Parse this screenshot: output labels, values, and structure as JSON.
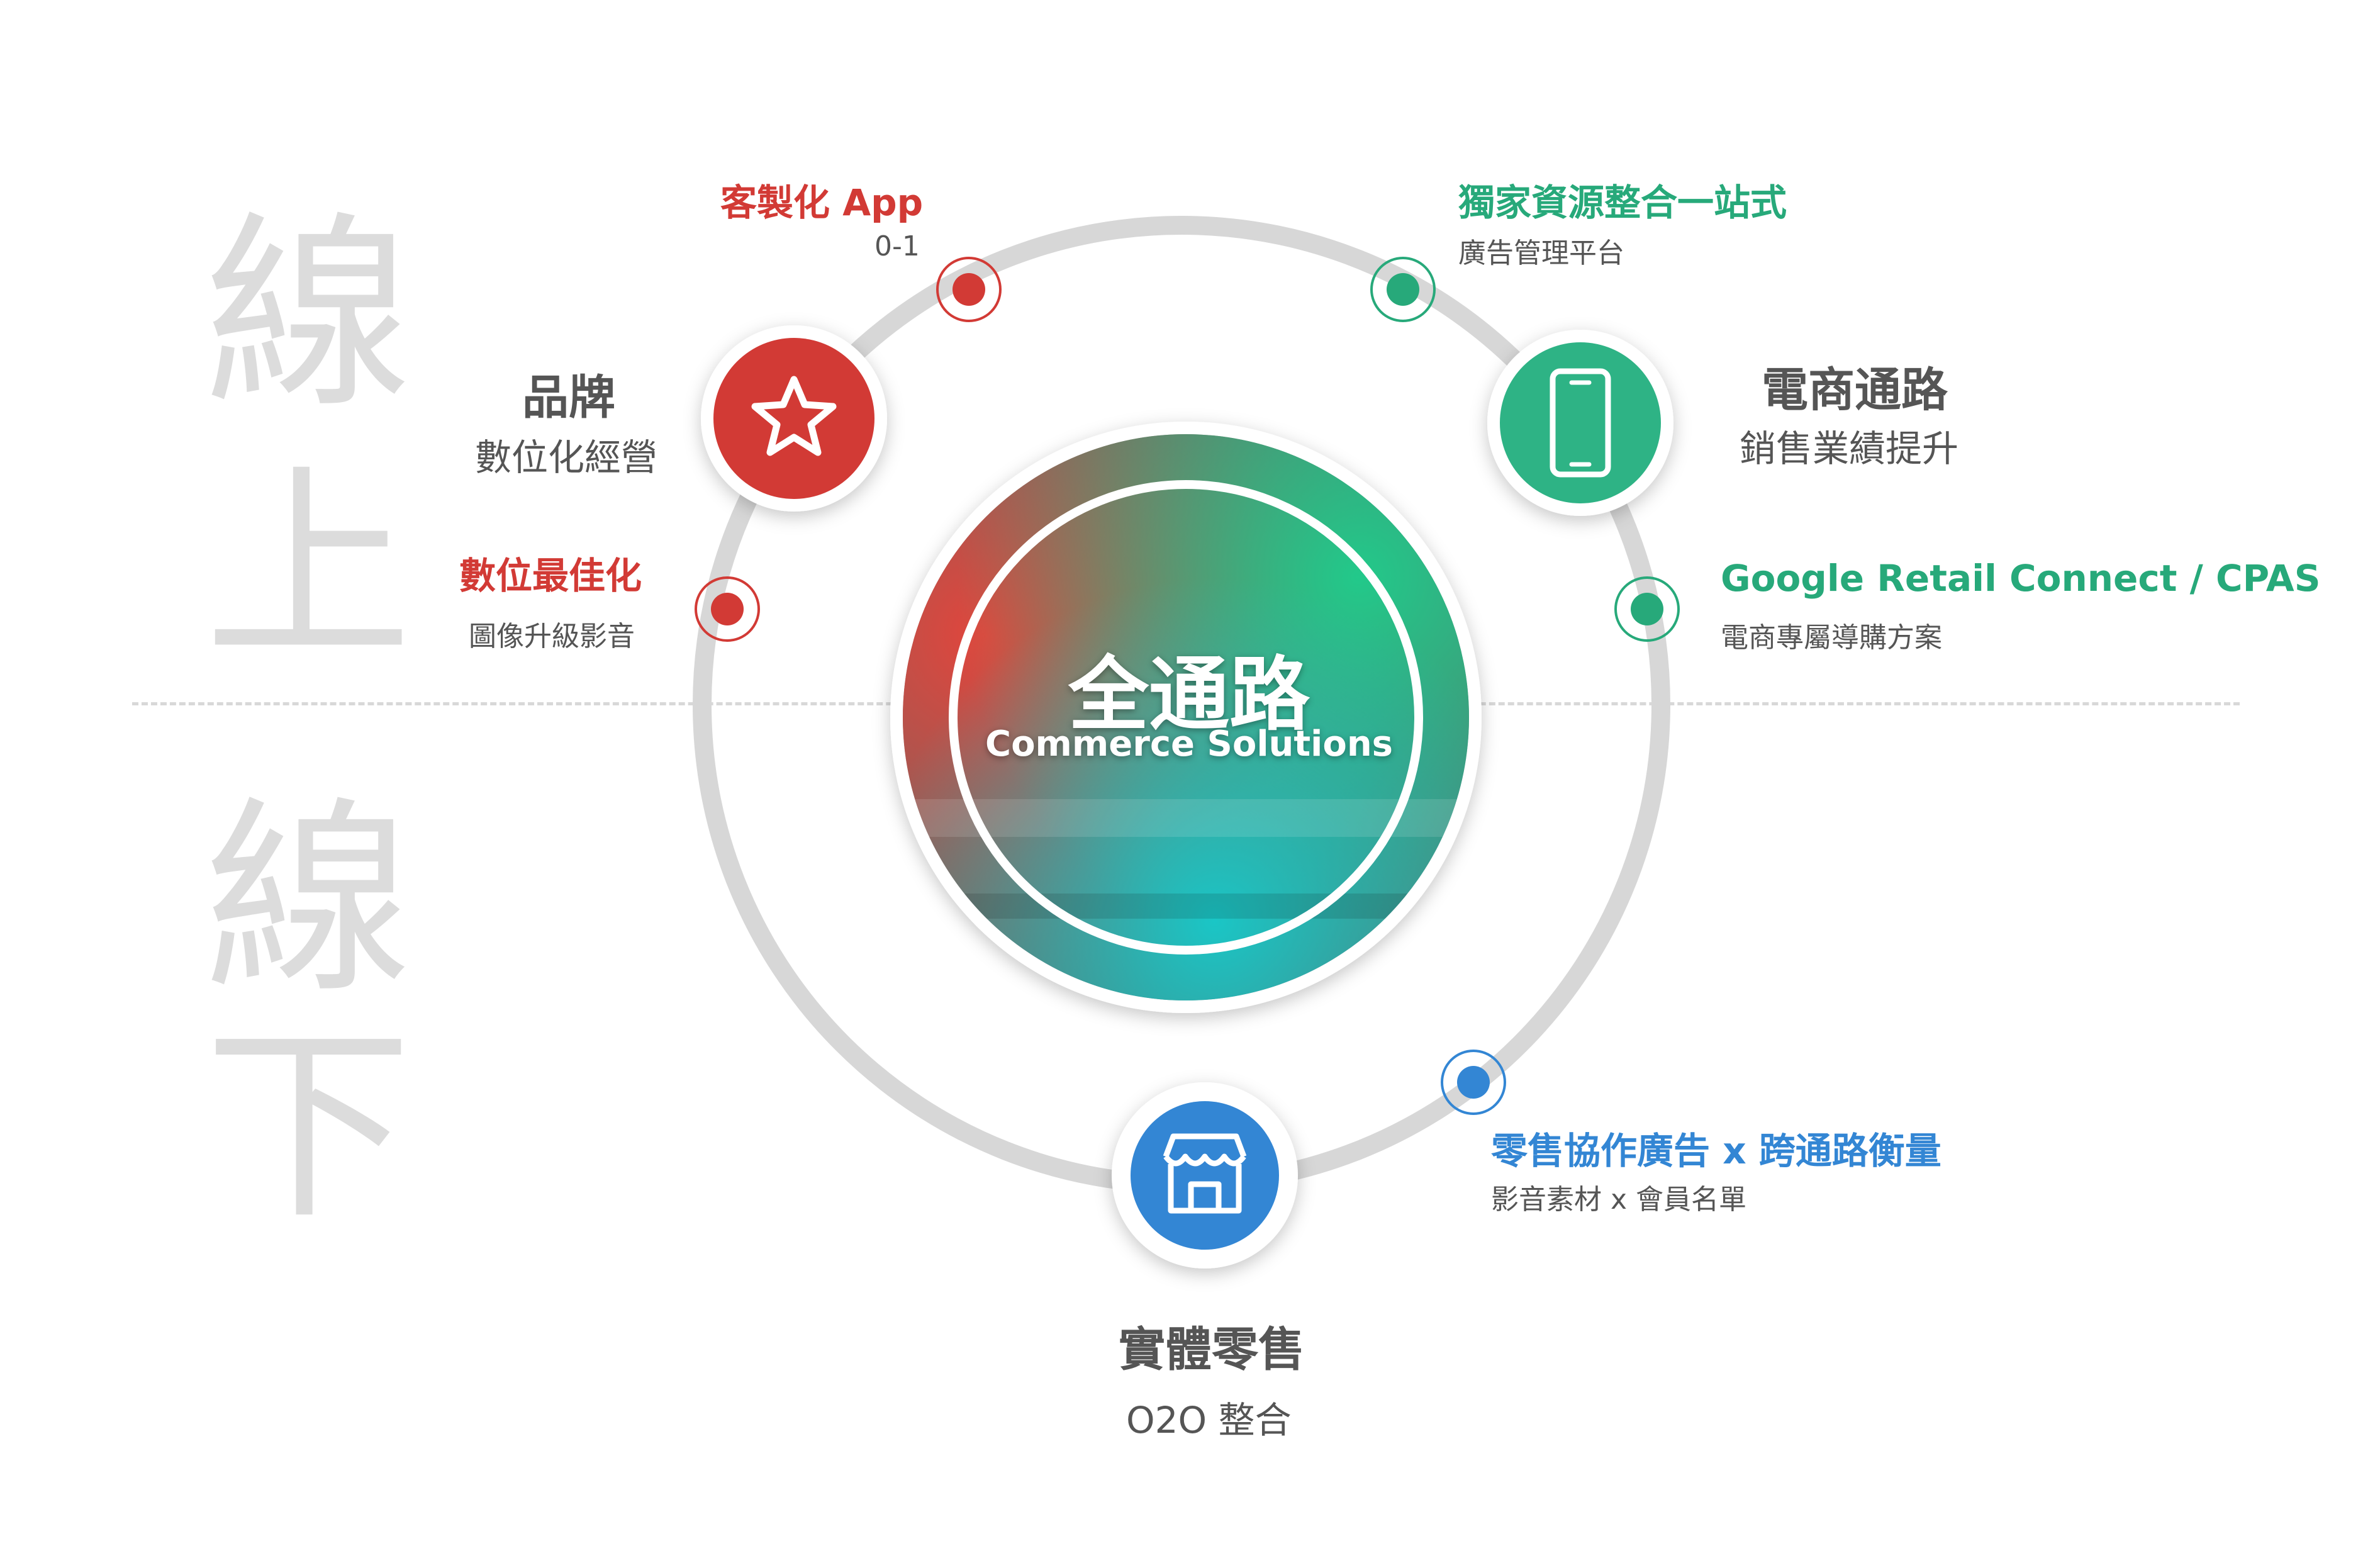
{
  "side": {
    "top_1": "線",
    "top_2": "上",
    "bottom_1": "線",
    "bottom_2": "下"
  },
  "center": {
    "title": "全通路",
    "subtitle": "Commerce Solutions"
  },
  "nodes": {
    "brand": {
      "title": "品牌",
      "sub": "數位化經營",
      "icon": "star-icon",
      "color": "#d23a35"
    },
    "ecommerce": {
      "title": "電商通路",
      "sub": "銷售業績提升",
      "icon": "mobile-phone-icon",
      "color": "#2eb385"
    },
    "retail": {
      "title": "實體零售",
      "sub": "O2O 整合",
      "icon": "storefront-icon",
      "color": "#3386d4"
    }
  },
  "points": {
    "custom_app": {
      "title": "客製化 App",
      "sub": "0-1",
      "color": "#d23a35"
    },
    "digital_opt": {
      "title": "數位最佳化",
      "sub": "圖像升級影音",
      "color": "#d23a35"
    },
    "exclusive": {
      "title": "獨家資源整合一站式",
      "sub": "廣告管理平台",
      "color": "#27a97a"
    },
    "google_retail": {
      "title": "Google Retail Connect / CPAS",
      "sub": "電商專屬導購方案",
      "color": "#27a97a"
    },
    "retail_media": {
      "title": "零售協作廣告 x 跨通路衡量",
      "sub": "影音素材  x 會員名單",
      "color": "#3386d4"
    }
  }
}
